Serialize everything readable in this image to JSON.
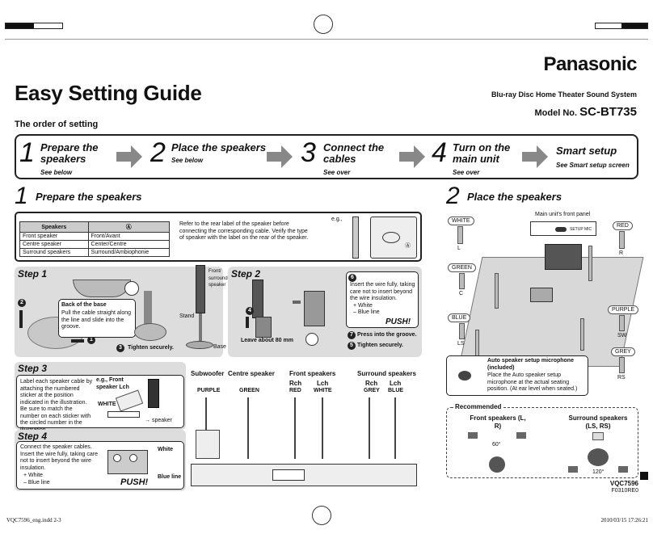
{
  "header": {
    "title": "Easy Setting Guide",
    "brand": "Panasonic",
    "product": "Blu-ray Disc Home Theater Sound System",
    "model_prefix": "Model No.",
    "model": "SC-BT735",
    "order_heading": "The order of setting"
  },
  "order_steps": [
    {
      "num": "1",
      "label": "Prepare the speakers",
      "sub": "See below"
    },
    {
      "num": "2",
      "label": "Place the speakers",
      "sub": "See below"
    },
    {
      "num": "3",
      "label": "Connect the cables",
      "sub": "See over"
    },
    {
      "num": "4",
      "label": "Turn on the main unit",
      "sub": "See over"
    },
    {
      "num": "",
      "label": "Smart setup",
      "sub": "See Smart setup screen"
    }
  ],
  "section1": {
    "num": "1",
    "title": "Prepare the speakers",
    "table": {
      "headers": [
        "Speakers",
        "Ⓐ"
      ],
      "rows": [
        [
          "Front speaker",
          "Front/Avant"
        ],
        [
          "Centre speaker",
          "Center/Centre"
        ],
        [
          "Surround speakers",
          "Surround/Ambiophonie"
        ]
      ]
    },
    "note": "Refer to the rear label of the speaker before connecting the corresponding cable. Verify the type of speaker with the label on the rear of the speaker.",
    "eg": "e.g.,",
    "label_a": "Ⓐ"
  },
  "step1": {
    "title": "Step 1",
    "back_title": "Back of the base",
    "back_text": "Pull the cable straight along the line and slide into the groove.",
    "tighten": "Tighten securely.",
    "front_surround": "Front/ surround speaker",
    "stand": "Stand",
    "base": "Base",
    "n2": "2",
    "n1": "1",
    "n3": "3"
  },
  "step2": {
    "title": "Step 2",
    "insert_note": "Insert the wire fully, taking care not to insert beyond the wire insulation.",
    "white": "+ White",
    "blue": "– Blue line",
    "push": "PUSH!",
    "leave": "Leave about 80 mm",
    "press": "Press into the groove.",
    "tighten": "Tighten securely.",
    "n6": "6",
    "n4": "4",
    "n7": "7",
    "n5": "5"
  },
  "step3": {
    "title": "Step 3",
    "text": "Label each speaker cable by attaching the numbered sticker at the position indicated in the illustration. Be sure to match the number on each sticker with the circled number in the illustration.",
    "eg_front": "e.g., Front speaker Lch",
    "white": "WHITE",
    "speaker": "→ speaker"
  },
  "step4": {
    "title": "Step 4",
    "text": "Connect the speaker cables. Insert the wire fully, taking care not to insert beyond the wire insulation.",
    "white": "+ White",
    "blue": "– Blue line",
    "white_lbl": "White",
    "blue_lbl": "Blue line",
    "push": "PUSH!"
  },
  "cables": {
    "groups": [
      {
        "name": "Subwoofer",
        "ch": "",
        "color": "PURPLE"
      },
      {
        "name": "Centre speaker",
        "ch": "",
        "color": "GREEN"
      },
      {
        "name": "Front speakers",
        "ch": "Rch",
        "color": "RED"
      },
      {
        "name": "",
        "ch": "Lch",
        "color": "WHITE"
      },
      {
        "name": "Surround speakers",
        "ch": "Rch",
        "color": "GREY"
      },
      {
        "name": "",
        "ch": "Lch",
        "color": "BLUE"
      }
    ]
  },
  "section2": {
    "num": "2",
    "title": "Place the speakers",
    "front_panel": "Main unit's front panel",
    "setup_mic": "SETUP MIC",
    "labels": [
      {
        "color": "WHITE",
        "ch": "L"
      },
      {
        "color": "RED",
        "ch": "R"
      },
      {
        "color": "GREEN",
        "ch": "C"
      },
      {
        "color": "PURPLE",
        "ch": "SW"
      },
      {
        "color": "BLUE",
        "ch": "LS"
      },
      {
        "color": "GREY",
        "ch": "RS"
      }
    ],
    "mic_title": "Auto speaker setup microphone (included)",
    "mic_text": "Place the Auto speaker setup microphone at the actual seating position. (At ear level when seated.)"
  },
  "recommended": {
    "title": "Recommended",
    "front": "Front speakers (L, R)",
    "front_angle": "60°",
    "surround": "Surround speakers (LS, RS)",
    "surround_angle": "120°"
  },
  "footer": {
    "doc": "VQC7596",
    "code": "F0310RE0",
    "file": "VQC7596_eng.indd 2-3",
    "date": "2010/03/15 17:26:21"
  }
}
